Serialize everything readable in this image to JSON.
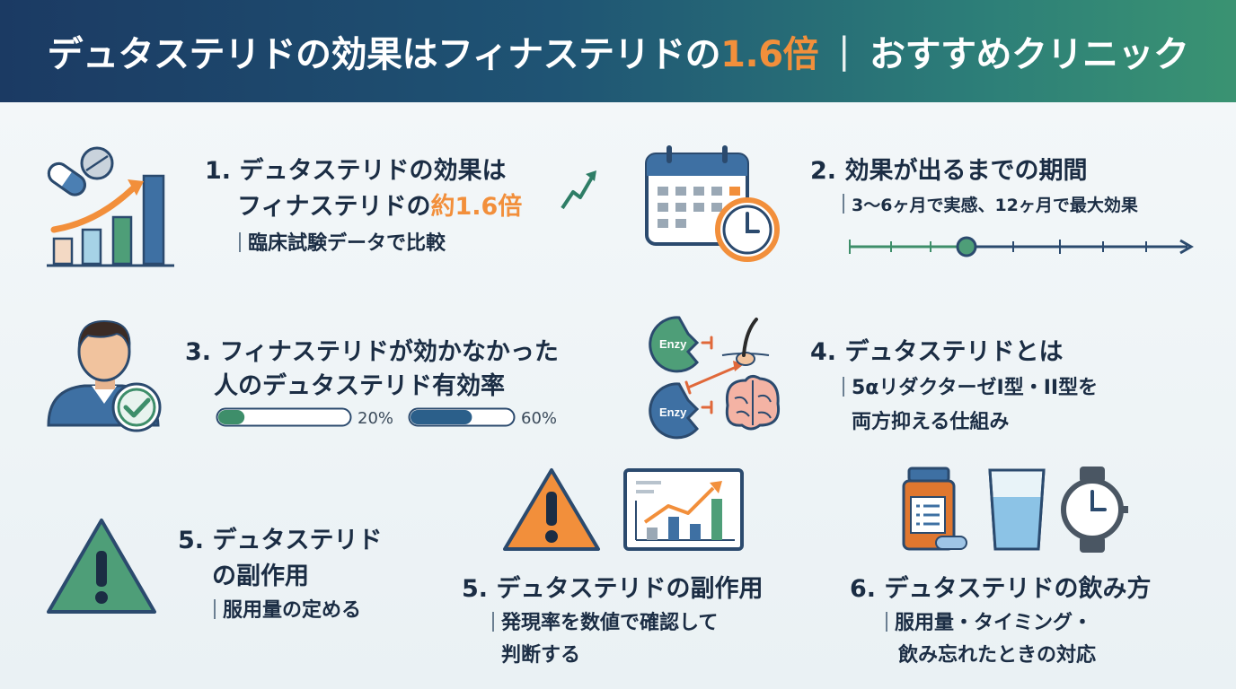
{
  "header": {
    "title_part1": "デュタステリドの効果はフィナステリドの",
    "title_highlight": "1.6倍",
    "separator": "|",
    "title_part2": "おすすめクリニック"
  },
  "colors": {
    "header_start": "#1b3a63",
    "header_end": "#3a9372",
    "accent_orange": "#f28f3b",
    "green": "#3e8e6a",
    "navy": "#1f4e79"
  },
  "sections": {
    "s1": {
      "title_line1": "1. デュタステリドの効果は",
      "title_line2_prefix": "フィナステリドの",
      "title_line2_highlight": "約1.6倍",
      "note": "臨床試験データで比較",
      "icon": "growth-chart-pills-icon"
    },
    "s2": {
      "title": "2. 効果が出るまでの期間",
      "note": "3〜6ヶ月で実感、12ヶ月で最大効果",
      "icon": "calendar-clock-icon"
    },
    "s3": {
      "title_line1": "3. フィナステリドが効かなかった",
      "title_line2": "人のデュタステリド有効率",
      "icon": "person-check-icon",
      "progress": [
        {
          "label": "20%",
          "value": 0.2
        },
        {
          "label": "60%",
          "value": 0.6
        }
      ]
    },
    "s4": {
      "title": "4. デュタステリドとは",
      "note_line1": "5αリダクターゼI型・II型を",
      "note_line2": "両方抑える仕組み",
      "enzyme_label": "Enzy",
      "icon": "enzyme-hair-brain-icon"
    },
    "s5a": {
      "title_line1": "5. デュタステリド",
      "title_line2": "の副作用",
      "note": "服用量の定める",
      "icon": "warning-icon"
    },
    "s5b": {
      "title": "5. デュタステリドの副作用",
      "note_line1": "発現率を数値で確認して",
      "note_line2": "判断する",
      "icon": "warning-chart-icon"
    },
    "s6": {
      "title": "6. デュタステリドの飲み方",
      "note_line1": "服用量・タイミング・",
      "note_line2": "飲み忘れたときの対応",
      "icon": "pill-bottle-water-watch-icon"
    }
  }
}
